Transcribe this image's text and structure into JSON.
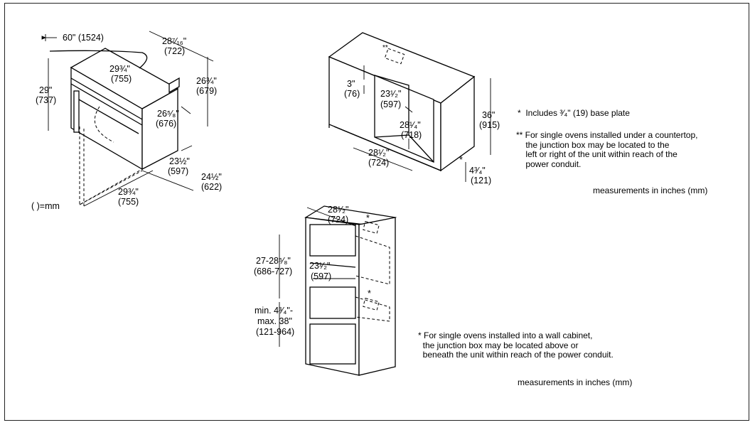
{
  "oven": {
    "cord_length": "60\" (1524)",
    "width_top": "28⁷⁄₁₆\"",
    "width_top_mm": "(722)",
    "inner_width": "29¾\"",
    "inner_width_mm": "(755)",
    "height": "29\"",
    "height_mm": "(737)",
    "depth_side": "26¾\"",
    "depth_side_mm": "(679)",
    "inner_depth": "26⁵⁄₈\"",
    "inner_depth_mm": "(676)",
    "depth_23": "23½\"",
    "depth_23_mm": "(597)",
    "depth_24": "24½\"",
    "depth_24_mm": "(622)",
    "bottom_width": "29¾\"",
    "bottom_width_mm": "(755)",
    "mm_legend": "( )=mm"
  },
  "countertop": {
    "junction_marker": "**",
    "top_gap": "3\"",
    "top_gap_mm": "(76)",
    "cutout_width": "23¹⁄₂\"",
    "cutout_width_mm": "(597)",
    "cutout_depth": "28¹⁄₄\"",
    "cutout_depth_mm": "(718)",
    "front_width": "28¹⁄₂\"",
    "front_width_mm": "(724)",
    "height": "36\"",
    "height_mm": "(915)",
    "base_marker": "*",
    "base": "4³⁄₄\"",
    "base_mm": "(121)",
    "note1": "*  Includes ³⁄₄\" (19) base plate",
    "note2": "** For single ovens installed under a countertop,\n    the junction box may be located to the\n    left or right of the unit within reach of the\n    power conduit.",
    "measurements": "measurements in inches (mm)"
  },
  "wall": {
    "width": "28¹⁄₂\"",
    "width_mm": "(724)",
    "marker_top": "*",
    "marker_mid": "*",
    "cutout_height": "27-28⁵⁄₈\"",
    "cutout_height_mm": "(686-727)",
    "inner_width": "23¹⁄₂\"",
    "inner_width_mm": "(597)",
    "bottom_min": "min. 4³⁄₄\"-",
    "bottom_max": "max. 38\"",
    "bottom_mm": "(121-964)",
    "note": "* For single ovens installed into a wall cabinet,\n  the junction box may be located above or\n  beneath the unit within reach of the power conduit.",
    "measurements": "measurements in inches (mm)"
  }
}
